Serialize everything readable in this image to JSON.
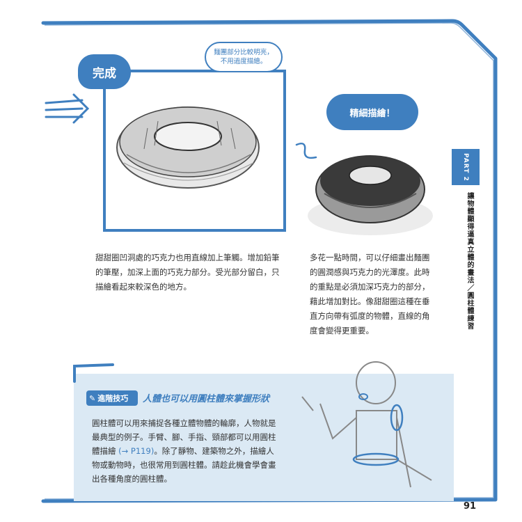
{
  "completion_badge": "完成",
  "bubble_note": [
    "麵團部分比較明亮，",
    "不用過度描繪。"
  ],
  "bubble_detail": "精細描繪！",
  "left_paragraph": [
    "甜甜圈凹洞處的巧克力也用直線加上筆觸。增加鉛筆",
    "的筆壓，加深上面的巧克力部分。受光部分留白，只",
    "描繪看起來較深色的地方。"
  ],
  "right_paragraph": [
    "多花一點時間，可以仔細畫出麵團",
    "的圓潤感與巧克力的光澤度。此時",
    "的重點是必須加深巧克力的部分，",
    "藉此增加對比。像甜甜圈這種在垂",
    "直方向帶有弧度的物體，直線的角",
    "度會變得更重要。"
  ],
  "side_tab": "PART 2",
  "side_text": "讓物體顯得逼真立體的畫法／圓柱體練習",
  "tip": {
    "label": "進階技巧",
    "title": "人體也可以用圓柱體來掌握形狀",
    "lines": [
      "圓柱體可以用來捕捉各種立體物體的輪廓，人物就是",
      "最典型的例子。手臂、腳、手指、頸部都可以用圓柱",
      "體描繪",
      "(→ P119)",
      "。除了靜物、建築物之外，描繪人",
      "物或動物時，也很常用到圓柱體。請趁此機會學會畫",
      "出各種角度的圓柱體。"
    ]
  },
  "page_number": "91",
  "colors": {
    "accent": "#3f7fbf",
    "tip_bg": "#dbe9f4"
  }
}
